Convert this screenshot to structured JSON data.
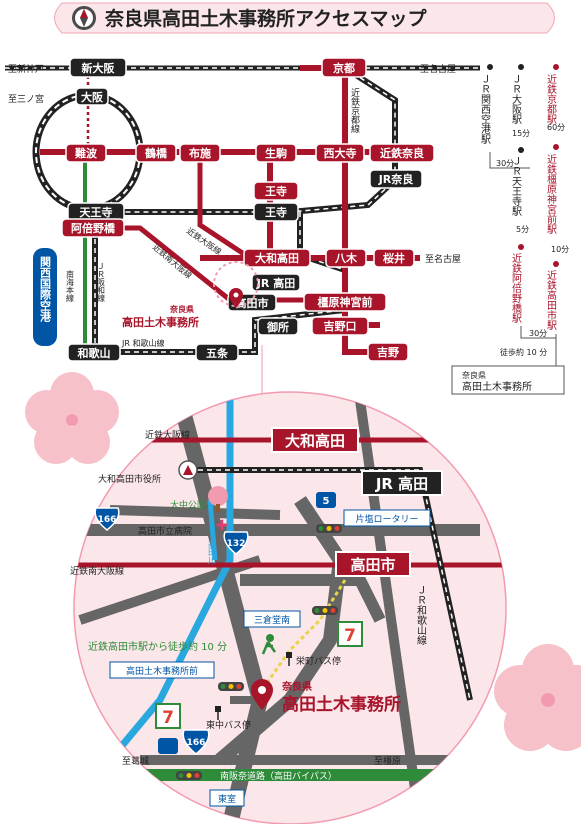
{
  "title": "奈良県高田土木事務所アクセスマップ",
  "colors": {
    "kintetsu": "#a8142a",
    "jr": "#222222",
    "blue": "#0055a5",
    "green": "#2e8b3a",
    "river": "#29a8e0",
    "pink_bg": "#fbe6ea",
    "sakura": "#f6c1c9"
  },
  "rail_map": {
    "to_labels": {
      "shinkobe": "至新神戸",
      "nagoya_top": "至名古屋",
      "sannomiya": "至三ノ宮",
      "nagoya_mid": "至名古屋"
    },
    "stations": {
      "shin_osaka": "新大阪",
      "osaka": "大阪",
      "kyoto": "京都",
      "namba": "難波",
      "tsuruhashi": "鶴橋",
      "fuse": "布施",
      "ikoma": "生駒",
      "saidaiji": "西大寺",
      "kintetsu_nara": "近鉄奈良",
      "jr_nara": "JR奈良",
      "oji": "王寺",
      "tennoji": "天王寺",
      "abeno": "阿倍野橋",
      "yamato_takada": "大和高田",
      "yagi": "八木",
      "sakurai": "桜井",
      "jr_takada": "JR 高田",
      "takadashi": "高田市",
      "kashihara": "橿原神宮前",
      "gose": "御所",
      "yoshinoguchi": "吉野口",
      "yoshino": "吉野",
      "wakayama": "和歌山",
      "gojo": "五条"
    },
    "lines": {
      "kintetsu_kyoto": "近鉄京都線",
      "kintetsu_osaka": "近鉄大阪線",
      "kintetsu_minami_osaka": "近鉄南大阪線",
      "jr_wakayama": "JR 和歌山線",
      "nankai": "南海本線",
      "jr_hanwa": "ＪＲ阪和線",
      "kansai_airport": "関西国際空港"
    },
    "office_label": {
      "pref": "奈良県",
      "name": "高田土木事務所"
    }
  },
  "route_table": {
    "columns": [
      {
        "label": "ＪＲ関西空港駅",
        "kind": "jr"
      },
      {
        "label": "ＪＲ大阪駅",
        "kind": "jr"
      },
      {
        "label": "近鉄京都駅",
        "kind": "kintetsu"
      }
    ],
    "col2_lower": "ＪＲ天王寺駅",
    "col2_lowest": "近鉄阿倍野橋駅",
    "col3_mid": "近鉄橿原神宮前駅",
    "col3_lower": "近鉄高田市駅",
    "times": {
      "t30a": "30分",
      "t15": "15分",
      "t5": "5分",
      "t60": "60分",
      "t10": "10分",
      "t30b": "30分",
      "walk": "徒歩約 10 分"
    },
    "box": {
      "pref": "奈良県",
      "name": "高田土木事務所"
    }
  },
  "detail_map": {
    "stations": {
      "yamato_takada": "大和高田",
      "jr_takada": "JR 高田",
      "takadashi": "高田市"
    },
    "lines": {
      "kintetsu_osaka": "近鉄大阪線",
      "kintetsu_minami_osaka": "近鉄南大阪線",
      "jr_wakayama": "ＪＲ和歌山線"
    },
    "places": {
      "city_hall": "大和高田市役所",
      "park": "大中公園",
      "hospital": "高田市立病院",
      "river": "高田川",
      "rotary": "片塩ロータリー",
      "mikura": "三倉堂南",
      "walk_note": "近鉄高田市駅から徒歩約 10 分",
      "doboku_mae": "高田土木事務所前",
      "sakaemachi_bus": "栄町バス停",
      "tochu_bus": "東中バス停",
      "to_katsuragi": "至葛城",
      "to_kashihara": "至橿原",
      "bypass": "南阪奈道路（高田バイパス）",
      "higashimuro": "東室"
    },
    "routes": {
      "r166a": "166",
      "r166b": "166",
      "r132": "132",
      "r5": "5"
    },
    "office": {
      "pref": "奈良県",
      "name": "高田土木事務所"
    },
    "convenience_icon": "convenience-store-icon",
    "walker_icon": "walking-person-icon",
    "cityhall_icon": "city-hall-icon",
    "pin_icon": "location-pin-icon"
  }
}
